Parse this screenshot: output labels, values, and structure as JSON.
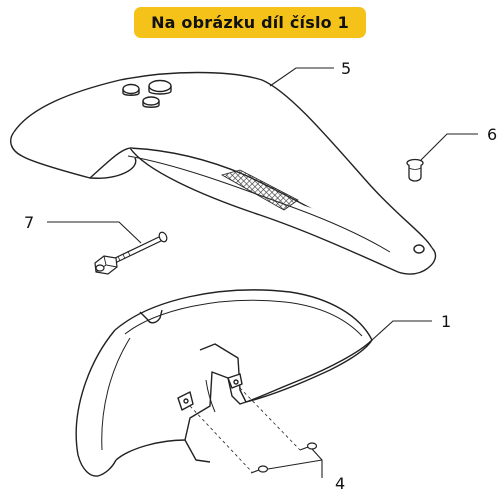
{
  "banner": {
    "text": "Na obrázku díl číslo 1",
    "color": "#f4c218"
  },
  "callouts": [
    {
      "id": "part-5",
      "label": "5"
    },
    {
      "id": "part-6",
      "label": "6"
    },
    {
      "id": "part-7",
      "label": "7"
    },
    {
      "id": "part-1",
      "label": "1"
    },
    {
      "id": "part-4",
      "label": "4"
    }
  ],
  "line_color": "#222222"
}
